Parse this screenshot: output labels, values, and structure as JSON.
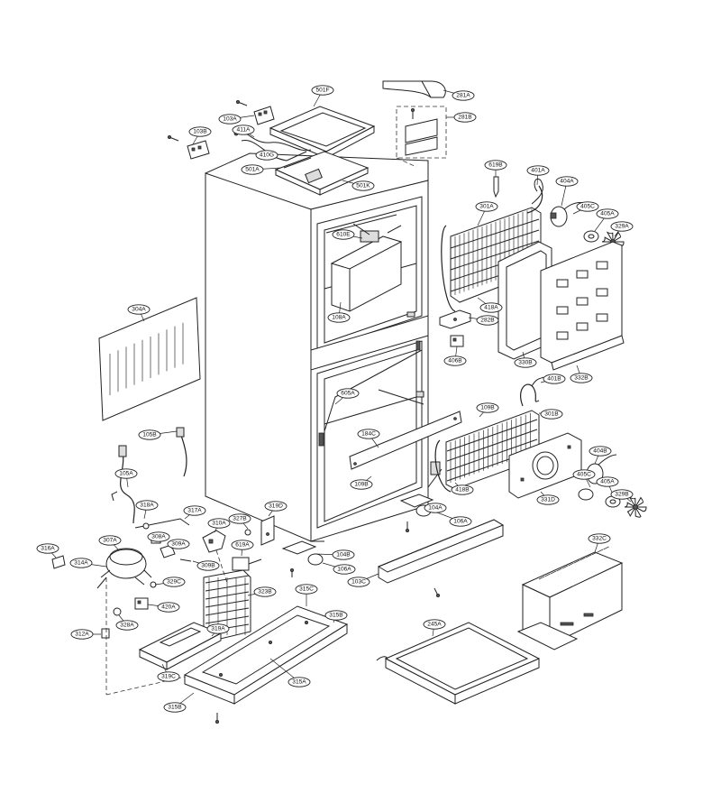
{
  "diagram": {
    "part_labels": [
      "281A",
      "281B",
      "501F",
      "103A",
      "411A",
      "103B",
      "410G",
      "501A",
      "501K",
      "619B",
      "401A",
      "404A",
      "405C",
      "405A",
      "329A",
      "301A",
      "610E",
      "108A",
      "418A",
      "282B",
      "406B",
      "330B",
      "332B",
      "304A",
      "605A",
      "401B",
      "109B",
      "301B",
      "184C",
      "105B",
      "105A",
      "109B",
      "418B",
      "404B",
      "405C",
      "405A",
      "331D",
      "329B",
      "318A",
      "317A",
      "319D",
      "104A",
      "106A",
      "327B",
      "310A",
      "307A",
      "308A",
      "309A",
      "316A",
      "314A",
      "309B",
      "619A",
      "104B",
      "106A",
      "103C",
      "332C",
      "329C",
      "323B",
      "315C",
      "420A",
      "315B",
      "328A",
      "319A",
      "312A",
      "245A",
      "319C",
      "315A",
      "315B"
    ]
  }
}
